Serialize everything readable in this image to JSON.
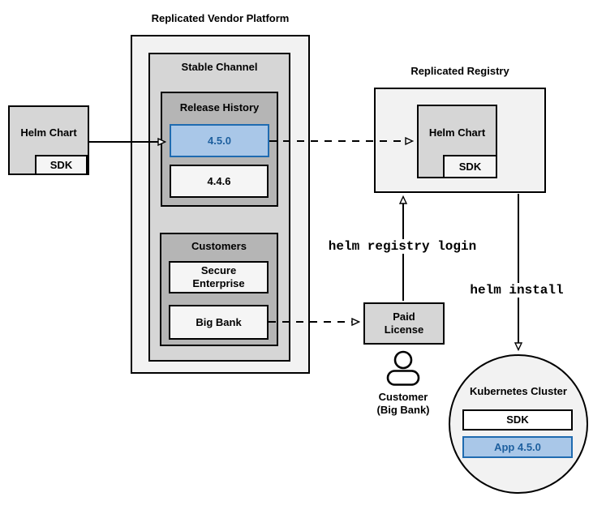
{
  "colors": {
    "blue_fill": "#a9c7e8",
    "blue_stroke": "#1f6bb0",
    "blue_text": "#1d5f9e",
    "gray_lightest": "#f2f2f2",
    "gray_mid": "#d6d6d6",
    "gray_dark": "#b5b5b5",
    "gray_item": "#f5f5f5"
  },
  "platform": {
    "label": "Replicated Vendor Platform"
  },
  "stable": {
    "label": "Stable Channel"
  },
  "history": {
    "label": "Release History",
    "v_new": "4.5.0",
    "v_old": "4.4.6"
  },
  "customers": {
    "label": "Customers",
    "secure": "Secure\nEnterprise",
    "bigbank": "Big Bank"
  },
  "helm_source": {
    "label": "Helm Chart",
    "sdk": "SDK"
  },
  "registry": {
    "label": "Replicated Registry",
    "helm_chart": "Helm Chart",
    "sdk": "SDK"
  },
  "license": {
    "label": "Paid\nLicense"
  },
  "customer": {
    "label": "Customer\n(Big Bank)"
  },
  "commands": {
    "registry_login": "helm registry login",
    "install": "helm install"
  },
  "cluster": {
    "label": "Kubernetes Cluster",
    "sdk": "SDK",
    "app": "App 4.5.0"
  }
}
